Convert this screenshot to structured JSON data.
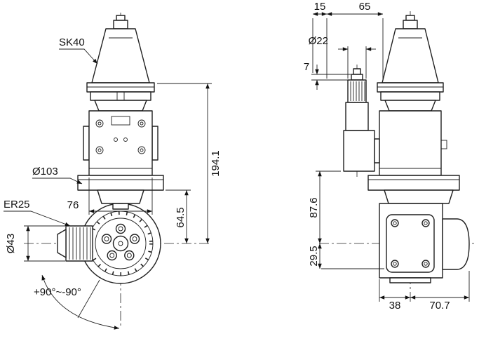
{
  "colors": {
    "background": "#ffffff",
    "line": "#1f1f1f",
    "text": "#111111"
  },
  "front_view": {
    "taper_label": "SK40",
    "flange_diameter": "Ø103",
    "body_width": "76",
    "collet_label": "ER25",
    "collet_diameter": "Ø43",
    "overall_height": "194.1",
    "flange_to_axis": "64.5",
    "swivel_range": "+90°~-90°"
  },
  "side_view": {
    "spindle_offset_minor": "15",
    "spindle_offset_major": "65",
    "spindle_nose_diameter": "Ø22",
    "nose_step_height": "7",
    "mount_to_axis": "87.6",
    "axis_to_bottom": "29.5",
    "face_to_axis": "38",
    "axis_to_housing_end": "70.7"
  }
}
